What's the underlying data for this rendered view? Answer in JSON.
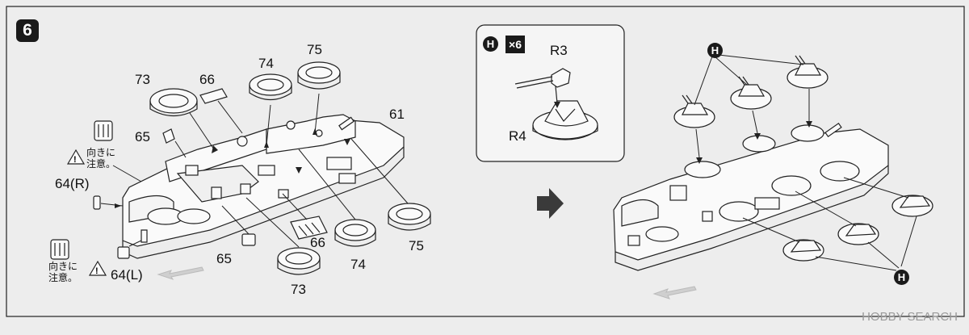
{
  "step": {
    "number": "6"
  },
  "left_assembly": {
    "labels": {
      "p73_top": "73",
      "p66_top": "66",
      "p74_top": "74",
      "p75_top": "75",
      "p61": "61",
      "p65_top": "65",
      "p64r": "64(R)",
      "p64l": "64(L)",
      "p65_bottom": "65",
      "p66_bottom": "66",
      "p74_bottom": "74",
      "p75_bottom": "75",
      "p73_bottom": "73"
    },
    "notes": {
      "orientation_top": "向きに\n注意。",
      "orientation_bottom": "向きに\n注意。"
    }
  },
  "subassembly": {
    "marker": "H",
    "quantity": "×6",
    "labels": {
      "r3": "R3",
      "r4": "R4"
    }
  },
  "right_assembly": {
    "marker_top": "H",
    "marker_bottom": "H"
  },
  "watermark": "HOBBY SEARCH"
}
